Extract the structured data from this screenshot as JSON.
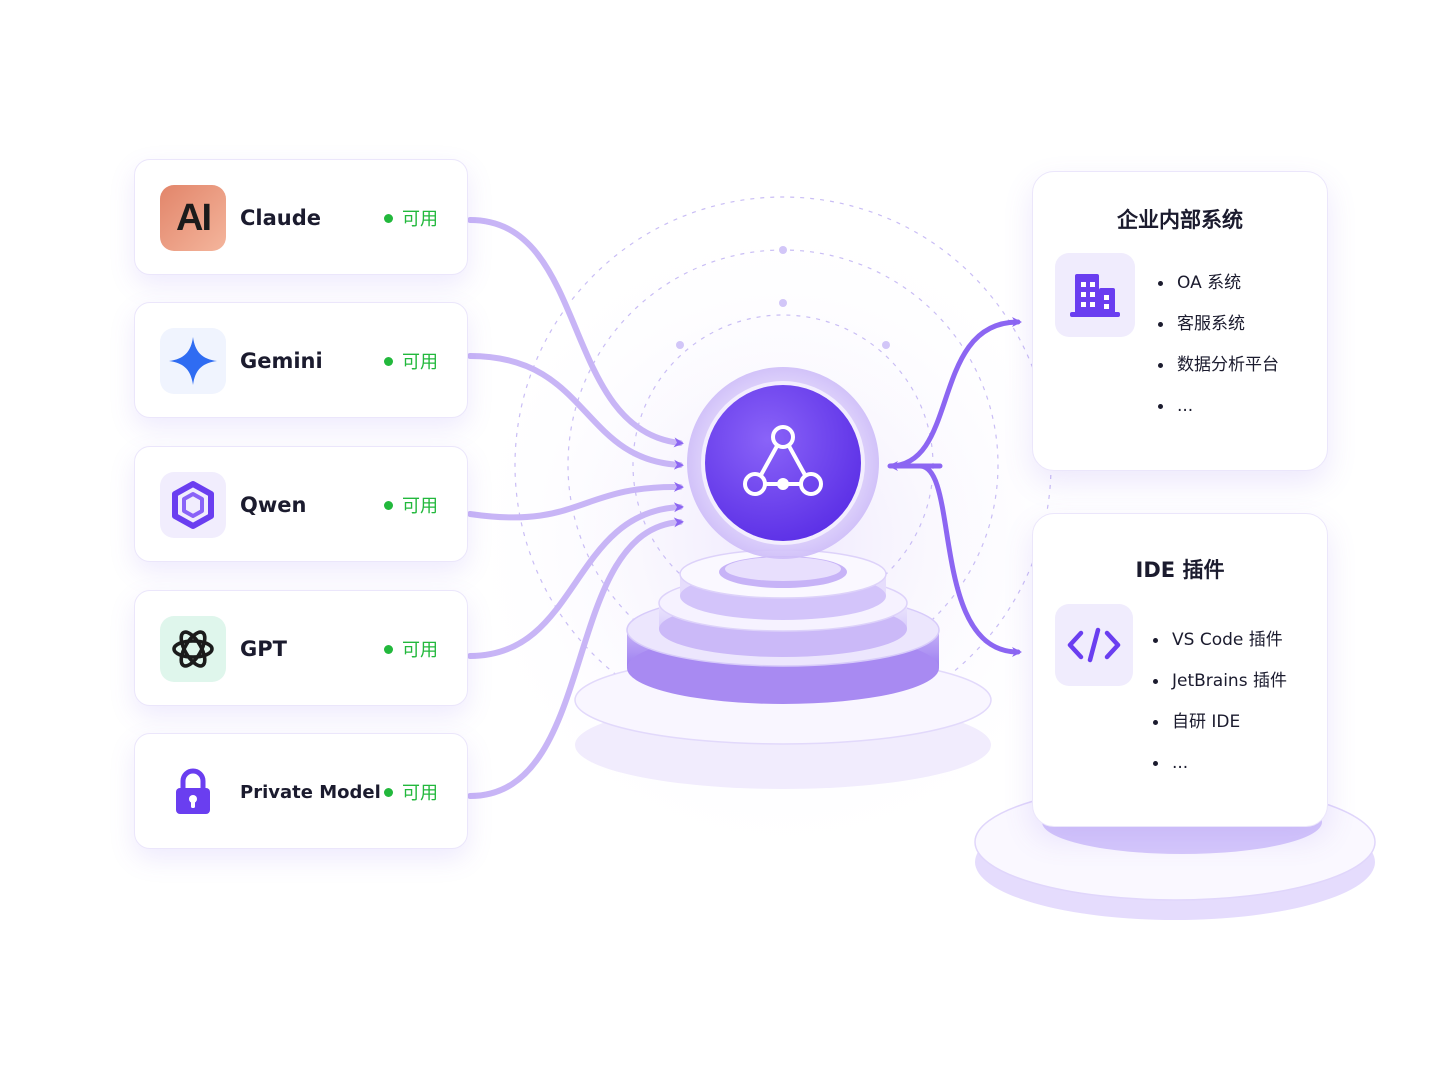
{
  "models": [
    {
      "name": "Claude",
      "logo": "anthropic-logo",
      "logo_text": "AI",
      "status": "可用"
    },
    {
      "name": "Gemini",
      "logo": "gemini-sparkle-icon",
      "status": "可用"
    },
    {
      "name": "Qwen",
      "logo": "qwen-logo",
      "status": "可用"
    },
    {
      "name": "GPT",
      "logo": "openai-logo",
      "status": "可用"
    },
    {
      "name": "Private Model",
      "logo": "lock-icon",
      "status": "可用"
    }
  ],
  "hub": {
    "icon": "network-nodes-icon"
  },
  "systems": [
    {
      "title": "企业内部系统",
      "icon": "building-icon",
      "items": [
        "OA 系统",
        "客服系统",
        "数据分析平台",
        "..."
      ]
    },
    {
      "title": "IDE 插件",
      "icon": "code-icon",
      "items": [
        "VS Code 插件",
        "JetBrains 插件",
        "自研 IDE",
        "..."
      ]
    }
  ],
  "colors": {
    "accent": "#6a3ef0",
    "accent_light": "#b9a2f6",
    "status_green": "#22b83c",
    "text": "#1b1b2e"
  }
}
